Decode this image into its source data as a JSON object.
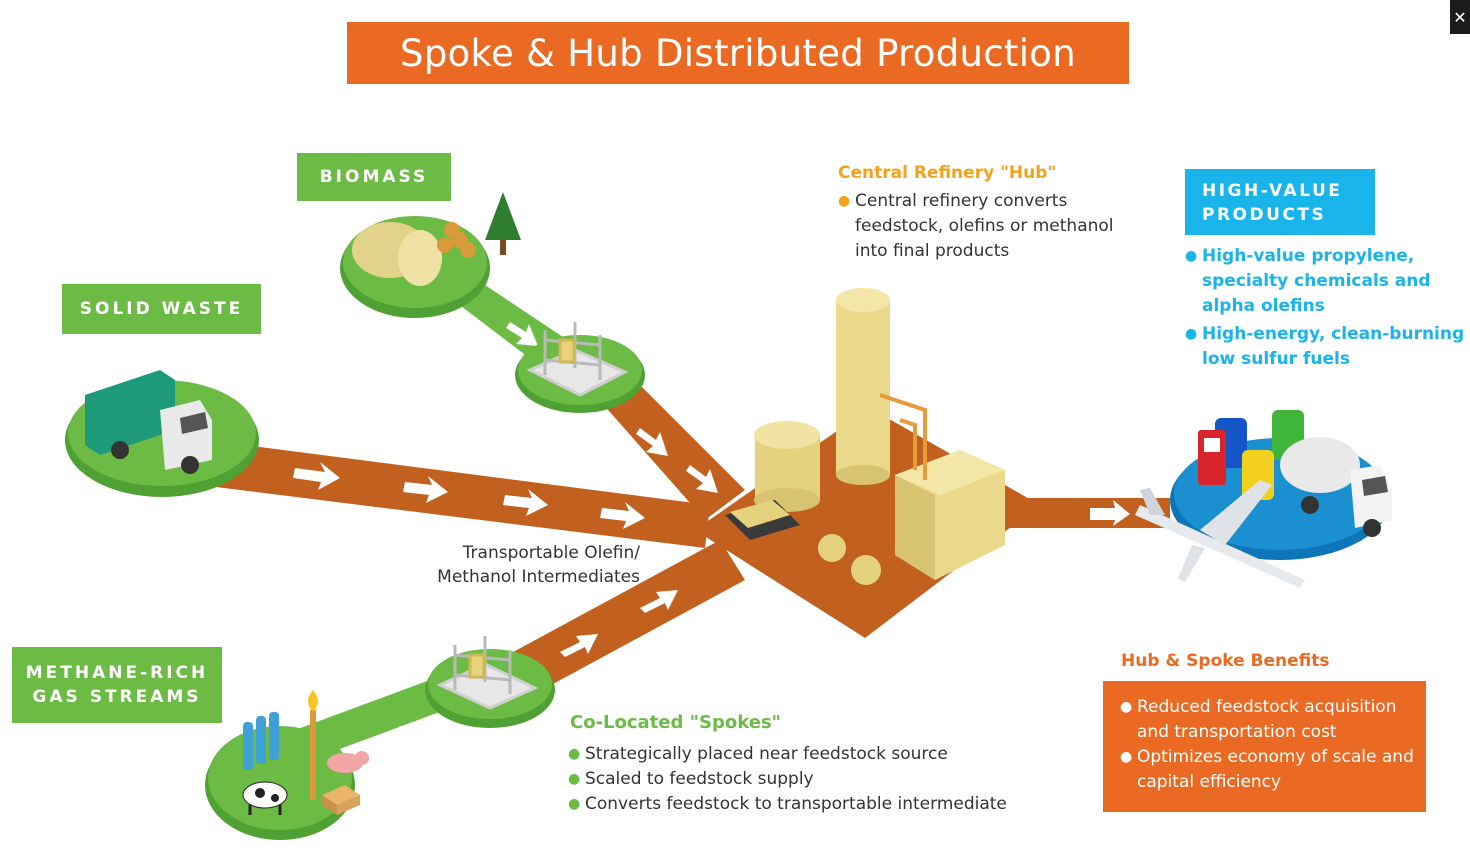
{
  "title": "Spoke & Hub Distributed Production",
  "close_label": "✕",
  "feedstocks": {
    "biomass": "BIOMASS",
    "solid_waste": "SOLID WASTE",
    "methane_line1": "METHANE-RICH",
    "methane_line2": "GAS STREAMS"
  },
  "hub": {
    "heading": "Central Refinery \"Hub\"",
    "bullets": [
      "Central refinery converts feedstock, olefins or methanol into final products"
    ]
  },
  "high_value": {
    "label_line1": "HIGH-VALUE",
    "label_line2": "PRODUCTS",
    "bullets": [
      "High-value propylene, specialty chemicals and alpha olefins",
      "High-energy, clean-burning low sulfur fuels"
    ]
  },
  "transport": {
    "line1": "Transportable Olefin/",
    "line2": "Methanol Intermediates"
  },
  "spokes": {
    "heading": "Co-Located \"Spokes\"",
    "bullets": [
      "Strategically placed near feedstock source",
      "Scaled to feedstock supply",
      "Converts feedstock to transportable intermediate"
    ]
  },
  "benefits": {
    "heading": "Hub & Spoke Benefits",
    "bullets": [
      "Reduced feedstock acquisition and transportation cost",
      "Optimizes economy of scale and capital efficiency"
    ]
  },
  "colors": {
    "orange": "#ea6a24",
    "road": "#c2611f",
    "green": "#6cbb45",
    "green_dark": "#4fa133",
    "blue": "#19b5ea",
    "amber": "#f2a21b",
    "tan": "#ead98a"
  },
  "icons": [
    "hay-bale-icon",
    "tree-icon",
    "garbage-truck-icon",
    "spoke-facility-icon",
    "refinery-tower-icon",
    "storage-tank-icon",
    "gas-cylinder-icon",
    "cow-icon",
    "pig-icon",
    "flare-icon",
    "airplane-icon",
    "fuel-pump-icon",
    "barrel-icon",
    "tanker-truck-icon"
  ]
}
